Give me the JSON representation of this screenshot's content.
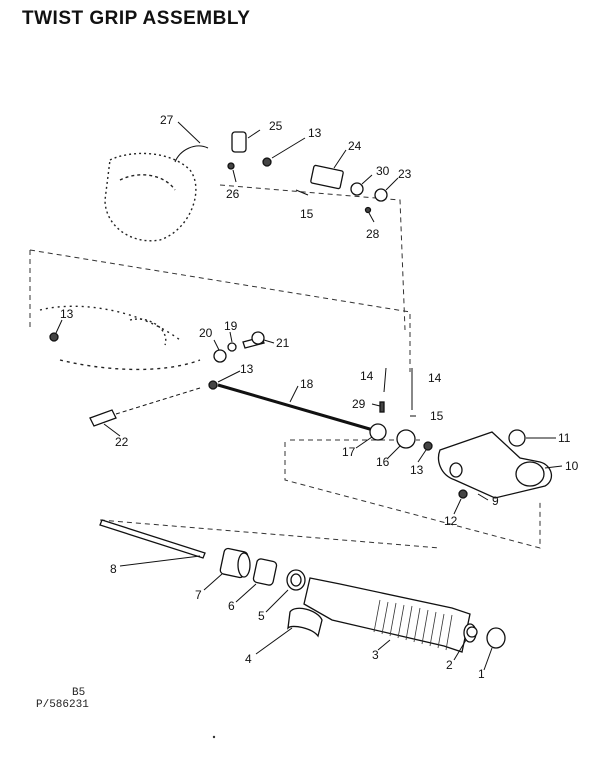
{
  "title": "TWIST GRIP ASSEMBLY",
  "footer": {
    "code1": "B5",
    "code2": "P/586231"
  },
  "callouts": {
    "c27": "27",
    "c25": "25",
    "c13a": "13",
    "c24": "24",
    "c30": "30",
    "c23": "23",
    "c26": "26",
    "c15a": "15",
    "c28": "28",
    "c13b": "13",
    "c20": "20",
    "c19": "19",
    "c21": "21",
    "c14a": "14",
    "c14b": "14",
    "c13c": "13",
    "c18": "18",
    "c29": "29",
    "c15b": "15",
    "c22": "22",
    "c17": "17",
    "c16": "16",
    "c13d": "13",
    "c11": "11",
    "c10": "10",
    "c12": "12",
    "c9": "9",
    "c8": "8",
    "c7": "7",
    "c6": "6",
    "c5": "5",
    "c4": "4",
    "c3": "3",
    "c2": "2",
    "c1": "1"
  }
}
